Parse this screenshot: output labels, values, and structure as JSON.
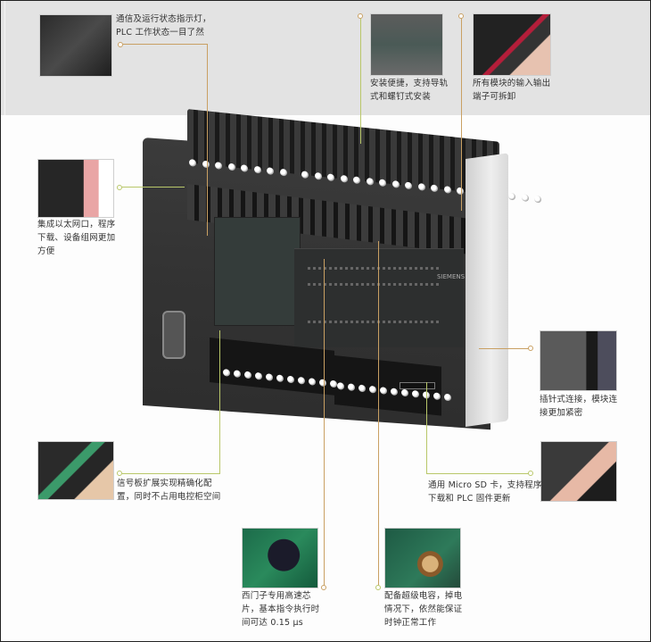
{
  "product": {
    "name": "PLC controller module",
    "brand_mark": "SIEMENS"
  },
  "colors": {
    "top_band": "#e3e3e3",
    "background": "#fdfdfd",
    "leader_tan": "#c9a063",
    "leader_green": "#b9c76a"
  },
  "callouts": {
    "status_leds": {
      "line1": "通信及运行状态指示灯，",
      "line2": "PLC 工作状态一目了然"
    },
    "din_rail": {
      "line1": "安装便捷，支持导轨",
      "line2": "式和螺钉式安装"
    },
    "terminals": {
      "line1": "所有模块的输入输出",
      "line2": "端子可拆卸"
    },
    "ethernet": {
      "line1": "集成以太网口，程序",
      "line2": "下载、设备组网更加",
      "line3": "方便"
    },
    "connector": {
      "line1": "插针式连接，模块连",
      "line2": "接更加紧密"
    },
    "signal_board": {
      "line1": "信号板扩展实现精确化配",
      "line2": "置，同时不占用电控柜空间"
    },
    "micro_sd": {
      "line1": "通用 Micro SD 卡，支持程序",
      "line2": "下载和 PLC 固件更新"
    },
    "chip": {
      "line1": "西门子专用高速芯",
      "line2": "片，基本指令执行时",
      "line3": "间可达 0.15 μs"
    },
    "supercap": {
      "line1": "配备超级电容，掉电",
      "line2": "情况下，依然能保证",
      "line3": "时钟正常工作"
    }
  }
}
